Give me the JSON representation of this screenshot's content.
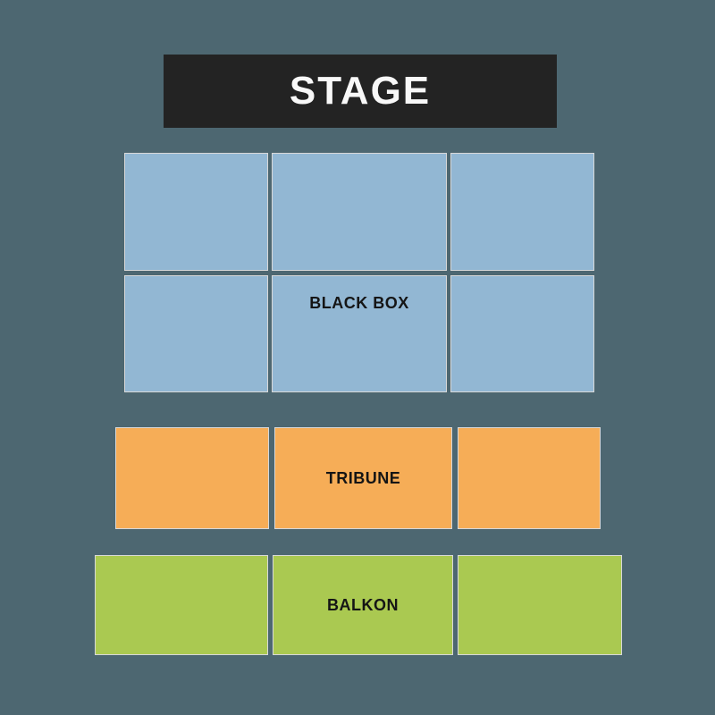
{
  "canvas": {
    "background": "#4d6771",
    "cell_border_color": "#d8d8d8"
  },
  "stage": {
    "label": "STAGE",
    "bg": "#232323",
    "text_color": "#f8f8f8"
  },
  "sections": [
    {
      "id": "black-box",
      "label": "BLACK BOX",
      "color": "#92b7d3",
      "rows": 2,
      "cols": 3
    },
    {
      "id": "tribune",
      "label": "TRIBUNE",
      "color": "#f6ad57",
      "rows": 1,
      "cols": 3
    },
    {
      "id": "balkon",
      "label": "BALKON",
      "color": "#aac951",
      "rows": 1,
      "cols": 3
    }
  ]
}
